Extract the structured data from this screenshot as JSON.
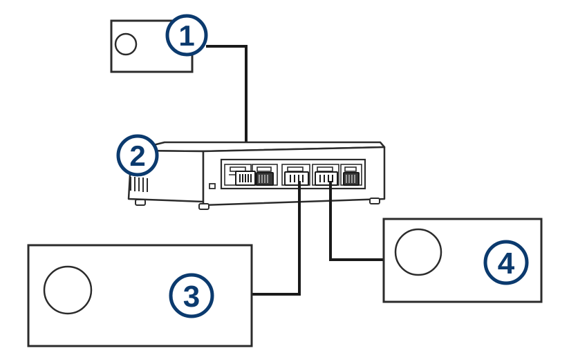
{
  "colors": {
    "callout": "#0b3a6e",
    "line": "#2b2b2b",
    "cable": "#1a1a1a",
    "background": "#ffffff"
  },
  "callouts": [
    {
      "id": "1",
      "label": "1",
      "icon": "circled-number-1"
    },
    {
      "id": "2",
      "label": "2",
      "icon": "circled-number-2"
    },
    {
      "id": "3",
      "label": "3",
      "icon": "circled-number-3"
    },
    {
      "id": "4",
      "label": "4",
      "icon": "circled-number-4"
    }
  ],
  "devices": [
    {
      "id": "device-1",
      "icon": "device-box-with-round-indicator"
    },
    {
      "id": "network-switch",
      "icon": "ethernet-switch",
      "ports": 5
    },
    {
      "id": "device-3",
      "icon": "device-box-with-round-indicator"
    },
    {
      "id": "device-4",
      "icon": "device-box-with-round-indicator"
    }
  ]
}
